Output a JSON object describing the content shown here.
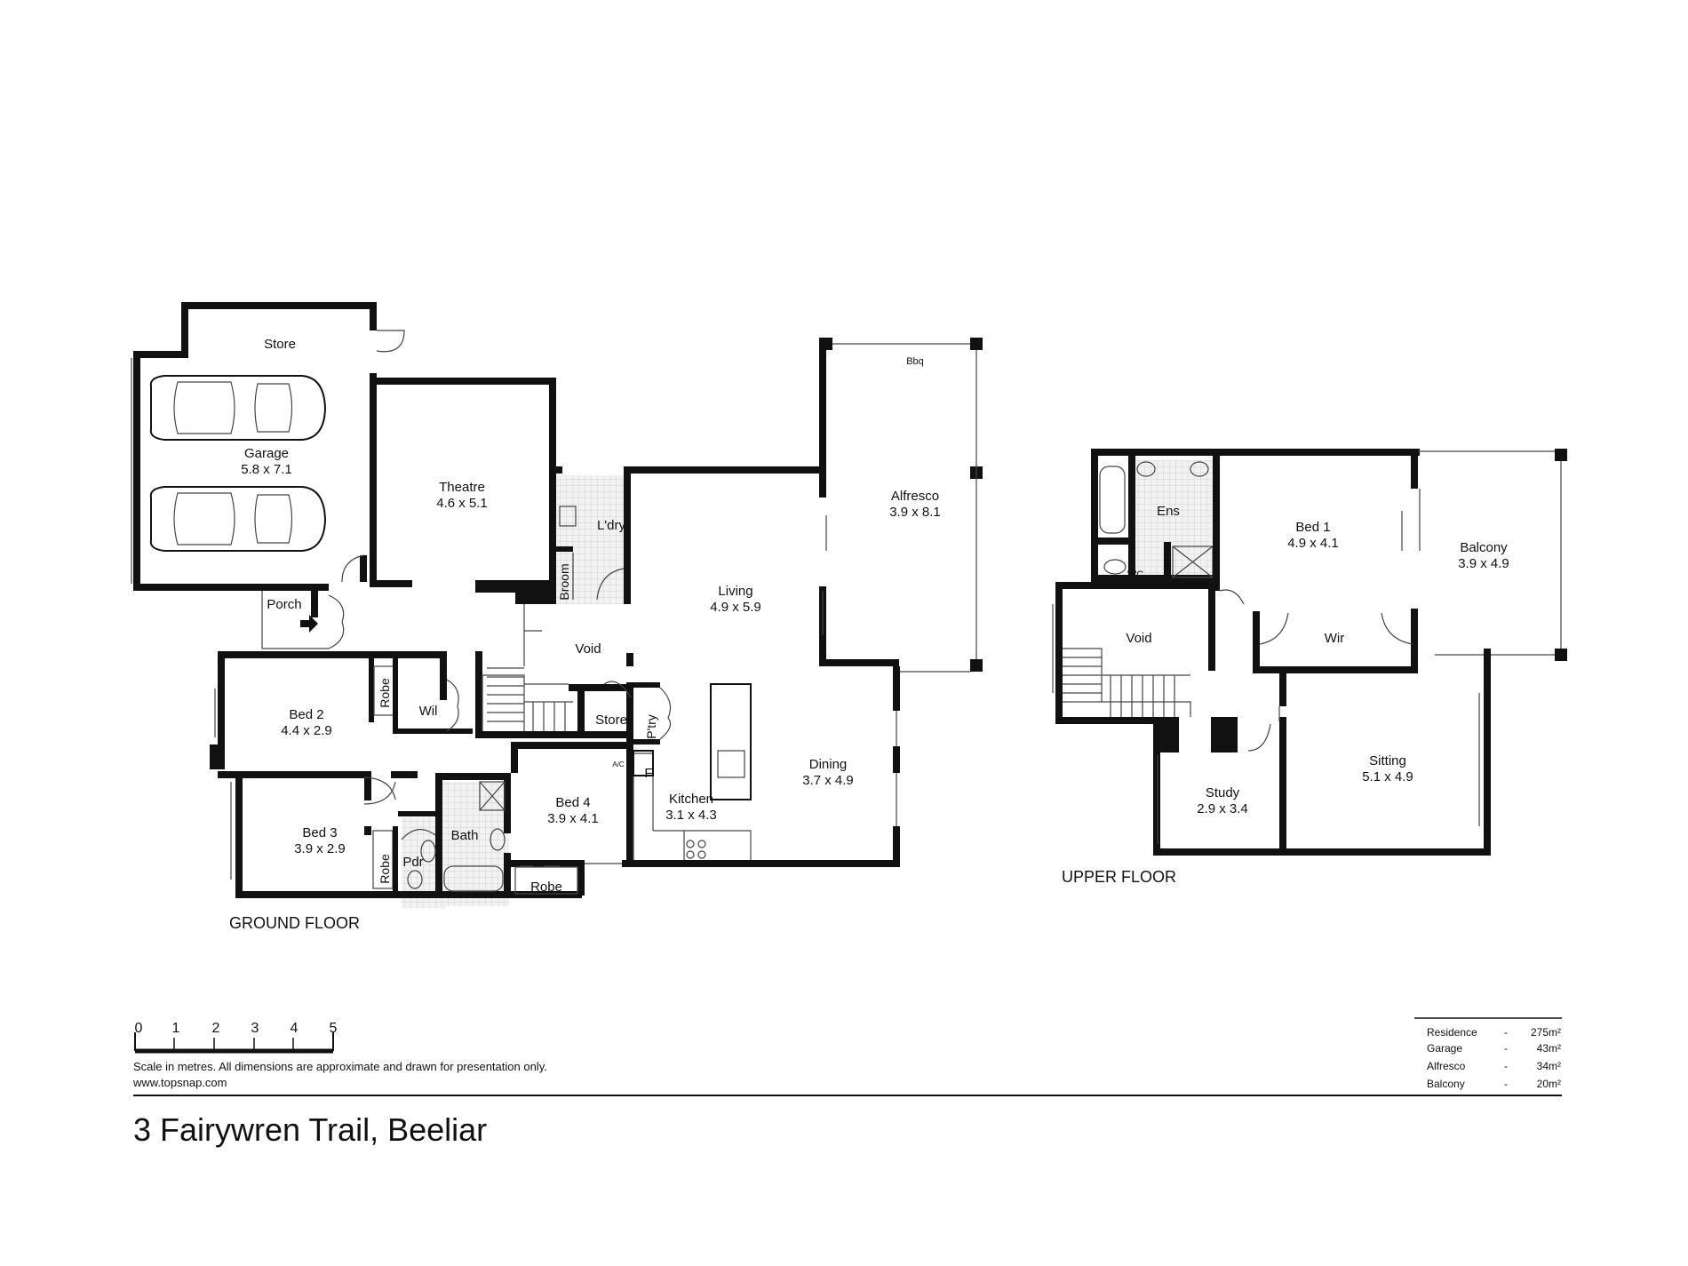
{
  "ground_floor": {
    "label": "GROUND FLOOR",
    "rooms": {
      "store_garage": "Store",
      "garage": {
        "name": "Garage",
        "dims": "5.8 x 7.1"
      },
      "theatre": {
        "name": "Theatre",
        "dims": "4.6 x 5.1"
      },
      "laundry": "L'dry",
      "broom": "Broom",
      "porch": "Porch",
      "living": {
        "name": "Living",
        "dims": "4.9 x 5.9"
      },
      "void": "Void",
      "alfresco": {
        "name": "Alfresco",
        "dims": "3.9 x 8.1"
      },
      "bbq": "Bbq",
      "bed2": {
        "name": "Bed 2",
        "dims": "4.4 x 2.9"
      },
      "robe_bed2": "Robe",
      "wil": "Wil",
      "store_stairs": "Store",
      "pantry": "P'try",
      "fridge": "F",
      "ac": "A/C",
      "bed3": {
        "name": "Bed 3",
        "dims": "3.9 x 2.9"
      },
      "robe_bed3": "Robe",
      "pdr": "Pdr",
      "bath": "Bath",
      "bed4": {
        "name": "Bed 4",
        "dims": "3.9 x 4.1"
      },
      "robe_bed4": "Robe",
      "kitchen": {
        "name": "Kitchen",
        "dims": "3.1 x 4.3"
      },
      "dining": {
        "name": "Dining",
        "dims": "3.7 x 4.9"
      }
    }
  },
  "upper_floor": {
    "label": "UPPER FLOOR",
    "rooms": {
      "ens": "Ens",
      "wc": "WC",
      "bed1": {
        "name": "Bed 1",
        "dims": "4.9 x 4.1"
      },
      "balcony": {
        "name": "Balcony",
        "dims": "3.9 x 4.9"
      },
      "void": "Void",
      "wir": "Wir",
      "study": {
        "name": "Study",
        "dims": "2.9 x 3.4"
      },
      "sitting": {
        "name": "Sitting",
        "dims": "5.1 x 4.9"
      }
    }
  },
  "scale": {
    "ticks": [
      "0",
      "1",
      "2",
      "3",
      "4",
      "5"
    ],
    "note": "Scale in metres. All dimensions are approximate and drawn for presentation only.",
    "website": "www.topsnap.com"
  },
  "areas": [
    {
      "name": "Residence",
      "dash": "-",
      "value": "275m²"
    },
    {
      "name": "Garage",
      "dash": "-",
      "value": "43m²"
    },
    {
      "name": "Alfresco",
      "dash": "-",
      "value": "34m²"
    },
    {
      "name": "Balcony",
      "dash": "-",
      "value": "20m²"
    }
  ],
  "address": "3 Fairywren Trail, Beeliar"
}
